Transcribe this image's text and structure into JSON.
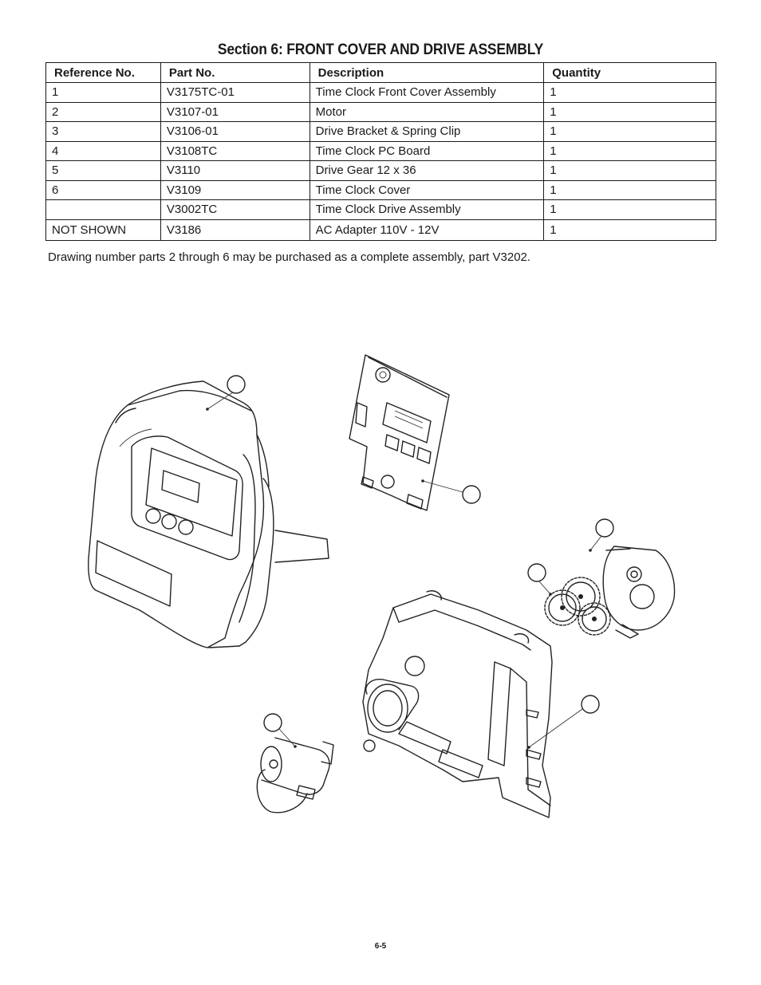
{
  "section_title": "Section 6: FRONT COVER AND DRIVE ASSEMBLY",
  "table": {
    "headers": [
      "Reference No.",
      "Part No.",
      "Description",
      "Quantity"
    ],
    "rows": [
      {
        "ref": "1",
        "part": "V3175TC-01",
        "desc": "Time Clock Front Cover Assembly",
        "qty": "1"
      },
      {
        "ref": "2",
        "part": "V3107-01",
        "desc": "Motor",
        "qty": "1"
      },
      {
        "ref": "3",
        "part": "V3106-01",
        "desc": "Drive Bracket & Spring Clip",
        "qty": "1"
      },
      {
        "ref": "4",
        "part": "V3108TC",
        "desc": "Time Clock PC Board",
        "qty": "1"
      },
      {
        "ref": "5",
        "part": "V3110",
        "desc": "Drive Gear 12 x 36",
        "qty": "1"
      },
      {
        "ref": "6",
        "part": "V3109",
        "desc": "Time Clock Cover",
        "qty": "1"
      },
      {
        "ref": "",
        "part": "V3002TC",
        "desc": "Time Clock Drive Assembly",
        "qty": "1"
      },
      {
        "ref": "NOT SHOWN",
        "part": "V3186",
        "desc": "AC Adapter 110V - 12V",
        "qty": "1"
      }
    ]
  },
  "note": "Drawing number parts 2 through 6 may be purchased as a complete assembly, part V3202.",
  "page_number": "6-5"
}
